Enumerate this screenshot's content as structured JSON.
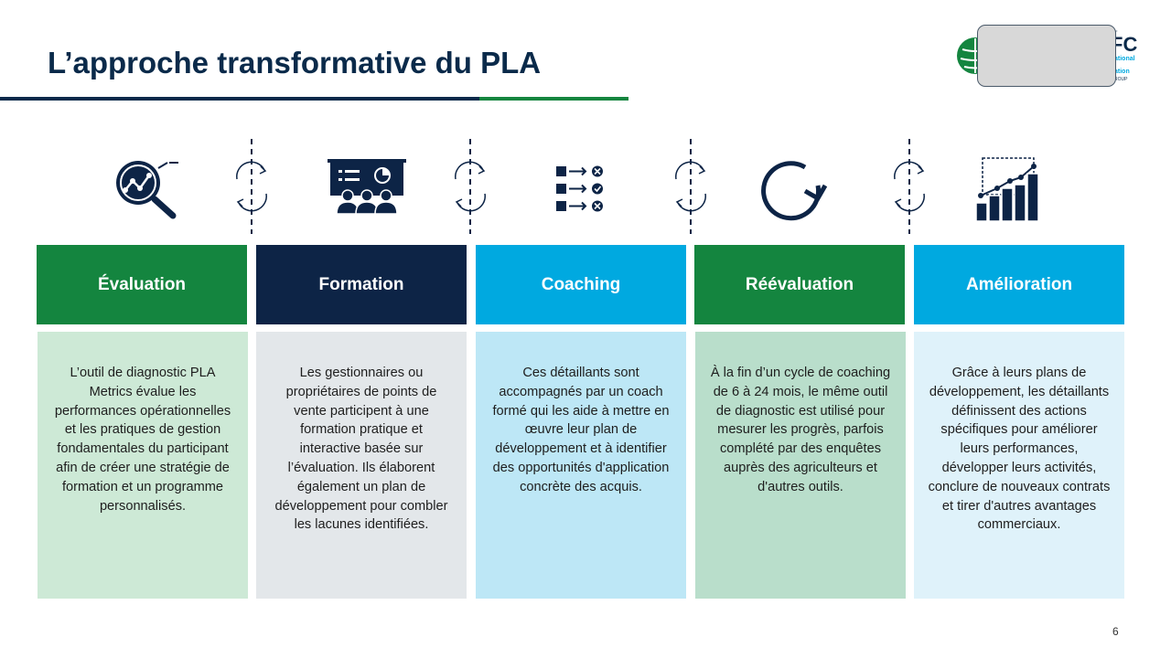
{
  "slide": {
    "title": "L’approche transformative du PLA",
    "page_number": "6"
  },
  "icons": [
    "magnifier-chart-icon",
    "training-presentation-icon",
    "checklist-icon",
    "refresh-icon",
    "growth-chart-icon"
  ],
  "colors": {
    "navy": "#0a2a4a",
    "green": "#14853f",
    "dark_navy": "#0d2446",
    "cyan": "#00a9e0",
    "light_green": "#cde9d6",
    "light_gray": "#e3e7ea",
    "light_cyan": "#bde7f6",
    "mint": "#b9decb",
    "pale_cyan": "#dff2fa"
  },
  "steps": [
    {
      "title": "Évaluation",
      "text": "L’outil de diagnostic PLA Metrics évalue les performances opérationnelles et les pratiques de gestion fondamentales du participant afin de créer une stratégie de formation et un programme personnalisés."
    },
    {
      "title": "Formation",
      "text": "Les gestionnaires ou propriétaires de points de vente participent à une formation pratique et interactive basée sur l’évaluation. Ils élaborent également un plan de développement pour combler les lacunes identifiées."
    },
    {
      "title": "Coaching",
      "text": "Ces détaillants sont accompagnés par un coach formé qui les aide à mettre en œuvre leur plan de développement et à identifier des opportunités d'application concrète des acquis."
    },
    {
      "title": "Réévaluation",
      "text": "À la fin d’un cycle de coaching de 6 à 24 mois, le même outil de diagnostic est utilisé pour mesurer les progrès, parfois complété par des enquêtes auprès des agriculteurs et d'autres outils."
    },
    {
      "title": "Amélioration",
      "text": "Grâce à leurs plans de développement, les détaillants définissent des actions spécifiques pour améliorer leurs performances, développer leurs activités, conclure de nouveaux contrats et tirer d'autres avantages commerciaux."
    }
  ]
}
